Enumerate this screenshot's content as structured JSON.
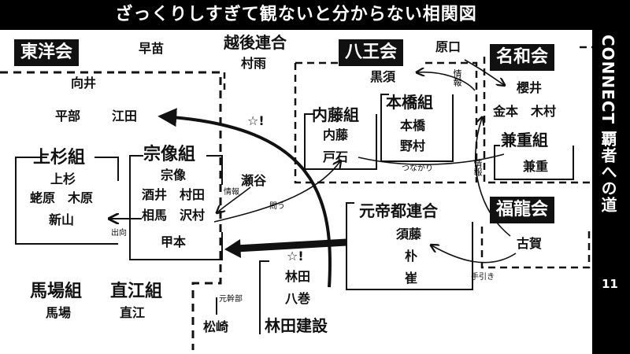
{
  "title": "ざっくりしすぎて観ないと分からない相関図",
  "side_title": "CONNECT 覇者への道",
  "episode": "11",
  "factions": {
    "toyo": "東洋会",
    "hachio": "八王会",
    "meiwa": "名和会",
    "fukuryu": "福龍会"
  },
  "groups": {
    "uesugi": "上杉組",
    "munakata": "宗像組",
    "naito": "内藤組",
    "honbashi": "本橋組",
    "kaneshige": "兼重組",
    "moto_teito": "元帝都連合",
    "echigo": "越後連合",
    "hayashida": "林田建設",
    "baba": "馬場組",
    "naoe": "直江組"
  },
  "people": {
    "hayanae": "早苗",
    "murasame": "村雨",
    "mukai": "向井",
    "hirabe": "平部",
    "eda": "江田",
    "uesugi": "上杉",
    "ebihara_kihara": "蛯原　木原",
    "shinyama": "新山",
    "munakata": "宗像",
    "sakai_murata": "酒井　村田",
    "soma_sawamura": "相馬　沢村",
    "komoto": "甲本",
    "setoya": "瀬谷",
    "naito": "内藤",
    "toishi": "戸石",
    "honbashi": "本橋",
    "nomura": "野村",
    "kurosu": "黒須",
    "haraguchi": "原口",
    "sakurai": "櫻井",
    "kanemoto_kimura": "金本　木村",
    "kaneshige": "兼重",
    "koga": "古賀",
    "suto": "須藤",
    "boku": "朴",
    "sai": "崔",
    "hayashida": "林田",
    "yamaki": "八巻",
    "baba": "馬場",
    "naoe": "直江",
    "matsuzaki": "松崎"
  },
  "annotations": {
    "joho1": "情報",
    "joho2": "情報",
    "joho3": "情報",
    "tou": "問う",
    "demuki": "出向",
    "tsunagari": "つながり",
    "tebiki": "手引き",
    "moto_kanbu": "元幹部",
    "mark1": "☆!",
    "mark2": "☆!"
  },
  "colors": {
    "background": "#000000",
    "panel": "#ffffff",
    "ink": "#111111"
  }
}
